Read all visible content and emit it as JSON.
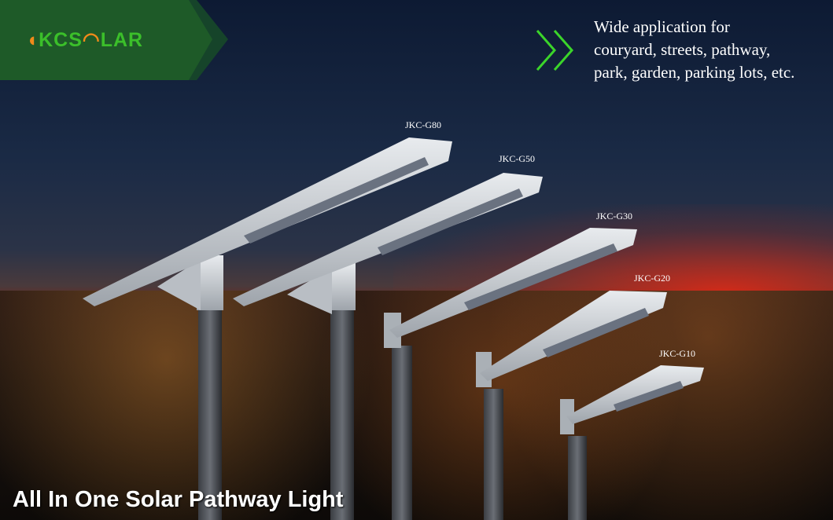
{
  "brand": {
    "logo_text": "JKCSOLAR",
    "accent": "#3bbf2a",
    "banner_color": "#1e5a28"
  },
  "tagline": "Wide application for\ncouryard, streets, pathway,\npark, garden, parking lots, etc.",
  "models": [
    "JKC-G80",
    "JKC-G50",
    "JKC-G30",
    "JKC-G20",
    "JKC-G10"
  ],
  "headline": "All In One Solar Pathway Light"
}
